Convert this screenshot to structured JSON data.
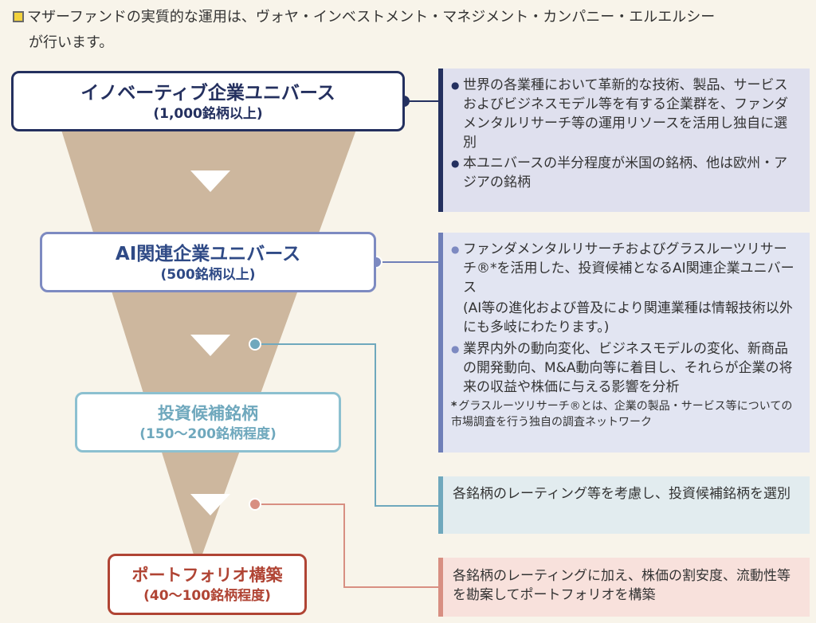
{
  "header": {
    "line1": "マザーファンドの実質的な運用は、ヴォヤ・インベストメント・マネジメント・カンパニー・エルエルシー",
    "line2": "が行います。"
  },
  "stages": [
    {
      "title": "イノベーティブ企業ユニバース",
      "subtitle": "(1,000銘柄以上)",
      "color": "#24305f"
    },
    {
      "title": "AI関連企業ユニバース",
      "subtitle": "(500銘柄以上)",
      "color": "#2f4a86"
    },
    {
      "title": "投資候補銘柄",
      "subtitle": "(150〜200銘柄程度)",
      "color": "#6fa8bd"
    },
    {
      "title": "ポートフォリオ構築",
      "subtitle": "(40〜100銘柄程度)",
      "color": "#b04434"
    }
  ],
  "descriptions": {
    "d1": {
      "b1": "世界の各業種において革新的な技術、製品、サービスおよびビジネスモデル等を有する企業群を、ファンダメンタルリサーチ等の運用リソースを活用し独自に選別",
      "b2": "本ユニバースの半分程度が米国の銘柄、他は欧州・アジアの銘柄"
    },
    "d2": {
      "b1": "ファンダメンタルリサーチおよびグラスルーツリサーチ®*を活用した、投資候補となるAI関連企業ユニバース",
      "paren": "(AI等の進化および普及により関連業種は情報技術以外にも多岐にわたります。)",
      "b2": "業界内外の動向変化、ビジネスモデルの変化、新商品の開発動向、M&A動向等に着目し、それらが企業の将来の収益や株価に与える影響を分析",
      "note_mark": "*",
      "note": "グラスルーツリサーチ®とは、企業の製品・サービス等についての市場調査を行う独自の調査ネットワーク"
    },
    "d3": {
      "text": "各銘柄のレーティング等を考慮し、投資候補銘柄を選別"
    },
    "d4": {
      "text": "各銘柄のレーティングに加え、株価の割安度、流動性等を勘案してポートフォリオを構築"
    }
  },
  "colors": {
    "funnel": "#cdb79e",
    "d1_bg": "#dfe0ee",
    "d1_bar": "#24305f",
    "d2_bg": "#e2e5f2",
    "d2_bar": "#6f7fb8",
    "d3_bg": "#e2ecef",
    "d3_bar": "#6fa8bd",
    "d4_bg": "#f8e1dc",
    "d4_bar": "#d88f82"
  }
}
